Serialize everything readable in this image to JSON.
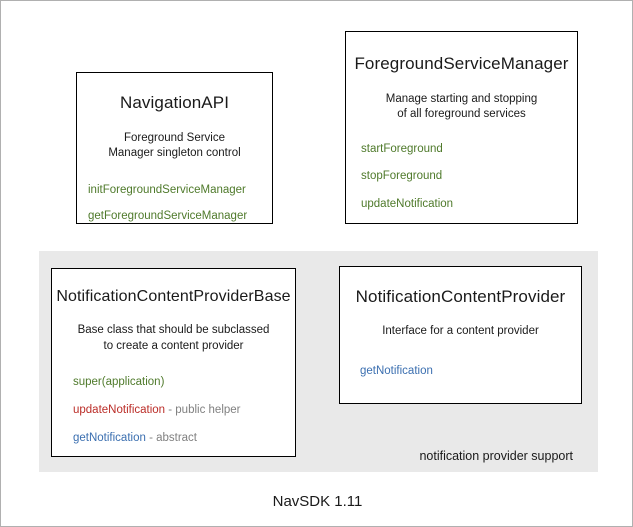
{
  "diagram": {
    "footer_caption": "NavSDK 1.11",
    "group_panel": {
      "label": "notification provider support"
    },
    "colors": {
      "method_green": "#4f7a2b",
      "method_red": "#bb2d28",
      "method_blue": "#3b6fb0",
      "note_gray": "#808080",
      "panel_background": "#e9e9e9",
      "box_border": "#000000",
      "text": "#1a1a1a"
    },
    "boxes": [
      {
        "id": "navigation-api",
        "title": "NavigationAPI",
        "description": "Foreground Service\nManager singleton control",
        "description_lines": [
          "Foreground Service",
          "Manager singleton control"
        ],
        "members": [
          {
            "name": "initForegroundServiceManager",
            "color": "green",
            "note": ""
          },
          {
            "name": "getForegroundServiceManager",
            "color": "green",
            "note": ""
          }
        ]
      },
      {
        "id": "foreground-service-manager",
        "title": "ForegroundServiceManager",
        "description": "Manage starting and stopping\nof all foreground services",
        "description_lines": [
          "Manage starting and stopping",
          "of all foreground services"
        ],
        "members": [
          {
            "name": "startForeground",
            "color": "green",
            "note": ""
          },
          {
            "name": "stopForeground",
            "color": "green",
            "note": ""
          },
          {
            "name": "updateNotification",
            "color": "green",
            "note": ""
          }
        ]
      },
      {
        "id": "notification-content-provider-base",
        "title": "NotificationContentProviderBase",
        "description": "Base class that should be subclassed\nto create a content provider",
        "description_lines": [
          "Base class that should be subclassed",
          "to create a content provider"
        ],
        "members": [
          {
            "name": "super(application)",
            "color": "green",
            "note": ""
          },
          {
            "name": "updateNotification",
            "color": "red",
            "note": " - public helper"
          },
          {
            "name": "getNotification",
            "color": "blue",
            "note": " - abstract"
          }
        ]
      },
      {
        "id": "notification-content-provider",
        "title": "NotificationContentProvider",
        "description": "Interface for a content provider",
        "description_lines": [
          "Interface for a content provider"
        ],
        "members": [
          {
            "name": "getNotification",
            "color": "blue",
            "note": ""
          }
        ]
      }
    ]
  }
}
